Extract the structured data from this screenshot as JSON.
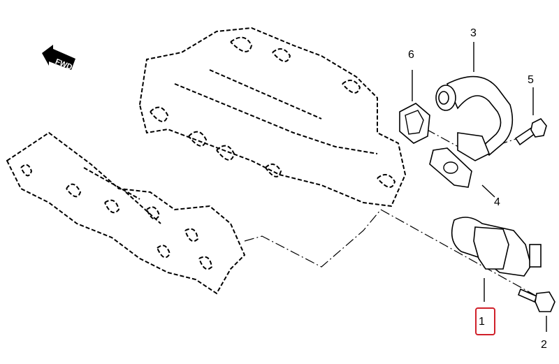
{
  "diagram": {
    "direction_marker": "FWD",
    "callouts": [
      {
        "number": "1",
        "highlighted": true
      },
      {
        "number": "2"
      },
      {
        "number": "3"
      },
      {
        "number": "4"
      },
      {
        "number": "5"
      },
      {
        "number": "6"
      }
    ],
    "highlight_color": "#d0202a"
  }
}
